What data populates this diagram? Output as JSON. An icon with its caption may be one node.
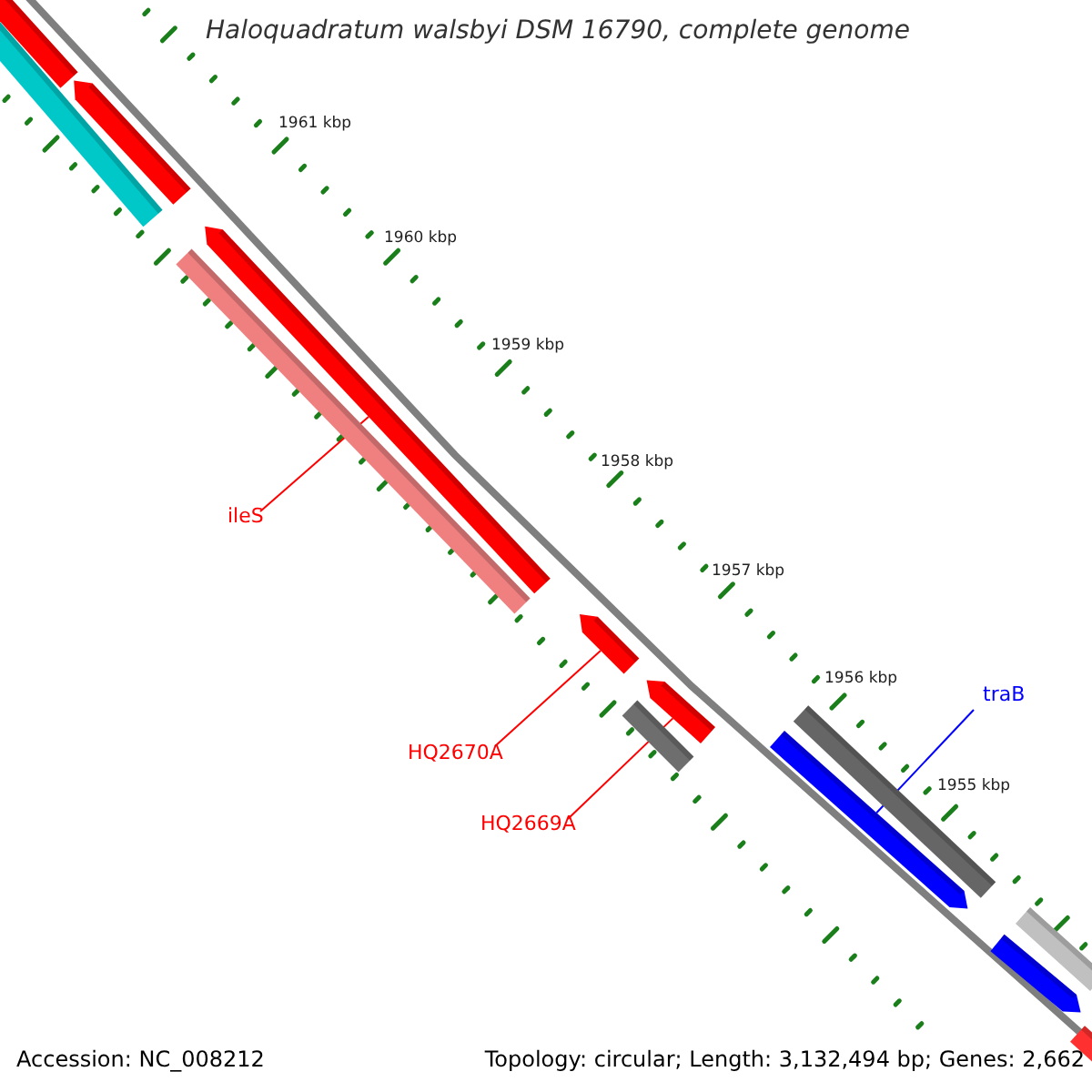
{
  "diagram": {
    "title": "Haloquadratum walsbyi DSM 16790, complete genome",
    "nodes": [
      {
        "text": [],
        "shape": "bar"
      },
      {
        "text": [],
        "shape": "bar"
      },
      {
        "text": [],
        "shape": "arrow"
      },
      {
        "text": [],
        "shape": "arrow"
      },
      {
        "text": [],
        "shape": "bar"
      },
      {
        "text": [],
        "shape": "arrow"
      },
      {
        "text": [],
        "shape": "arrow"
      },
      {
        "text": [],
        "shape": "bar"
      },
      {
        "text": [],
        "shape": "bar"
      },
      {
        "text": [],
        "shape": "arrow"
      },
      {
        "text": [],
        "shape": "bar"
      },
      {
        "text": [],
        "shape": "arrow"
      },
      {
        "text": [],
        "shape": "bar"
      },
      {
        "text": [
          "ileS"
        ]
      },
      {
        "text": [
          "HQ2670A"
        ]
      },
      {
        "text": [
          "HQ2669A"
        ]
      },
      {
        "text": [
          "traB"
        ]
      }
    ],
    "edges": [
      {
        "from": 13,
        "to": 3,
        "arrow": "none"
      },
      {
        "from": 14,
        "to": 5,
        "arrow": "none"
      },
      {
        "from": 15,
        "to": 6,
        "arrow": "none"
      },
      {
        "from": 16,
        "to": 9,
        "arrow": "none",
        "color": "#0000ff"
      }
    ],
    "labels": [
      "1961 kbp",
      "1960 kbp",
      "1959 kbp",
      "1958 kbp",
      "1957 kbp",
      "1956 kbp",
      "1955 kbp",
      "Accession: NC_008212",
      "Topology: circular; Length: 3,132,494 bp; Genes: 2,662"
    ]
  }
}
